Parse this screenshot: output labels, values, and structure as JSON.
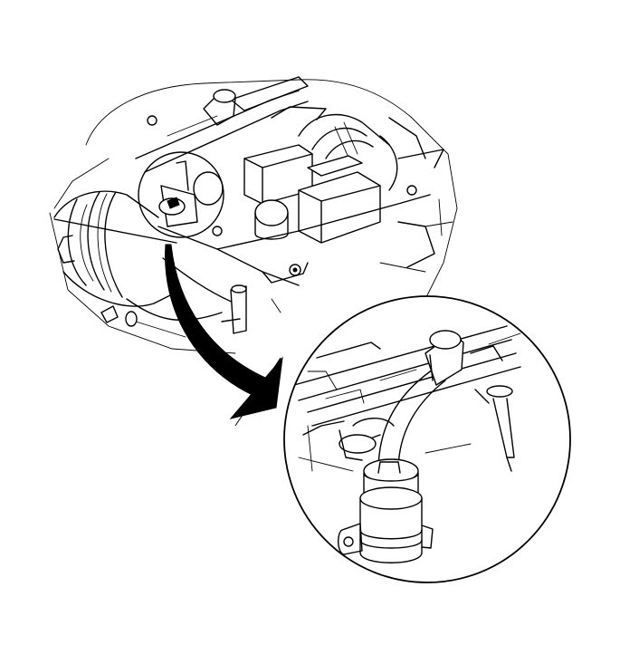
{
  "figure": {
    "kind": "line-art service illustration",
    "parts": [
      "engine-assembly",
      "fuel-pressure-regulator",
      "vacuum-hose",
      "fuel-rail",
      "detail-callout",
      "pointer-arrow"
    ],
    "colors": {
      "line": "#000000",
      "background": "#ffffff"
    }
  }
}
